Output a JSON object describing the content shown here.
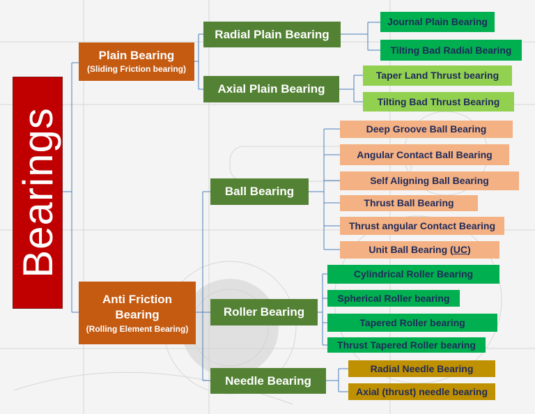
{
  "root": {
    "label": "Bearings"
  },
  "plain": {
    "title": "Plain Bearing",
    "subtitle": "(Sliding Friction bearing)",
    "radial": {
      "title": "Radial Plain Bearing",
      "items": [
        "Journal Plain Bearing",
        "Tilting Bad Radial Bearing"
      ]
    },
    "axial": {
      "title": "Axial Plain Bearing",
      "items": [
        "Taper Land Thrust bearing",
        "Tilting Bad Thrust Bearing"
      ]
    }
  },
  "anti": {
    "title": "Anti Friction Bearing",
    "subtitle": "(Rolling Element Bearing)",
    "ball": {
      "title": "Ball Bearing",
      "items": [
        "Deep Groove Ball Bearing",
        "Angular Contact Ball Bearing",
        "Self Aligning Ball Bearing",
        "Thrust Ball Bearing",
        "Thrust angular Contact Bearing"
      ],
      "last_prefix": "Unit Ball Bearing (",
      "last_abbr": "UC",
      "last_suffix": ")"
    },
    "roller": {
      "title": "Roller Bearing",
      "items": [
        "Cylindrical Roller Bearing",
        "Spherical Roller bearing",
        "Tapered Roller bearing",
        "Thrust Tapered Roller bearing"
      ]
    },
    "needle": {
      "title": "Needle Bearing",
      "items": [
        "Radial Needle Bearing",
        "Axial (thrust) needle bearing"
      ]
    }
  },
  "colors": {
    "root": "#c00000",
    "level1": "#c55a11",
    "level2": "#548235",
    "ball_items": "#f4b183",
    "roller_items": "#00b050",
    "radial_items": "#00b050",
    "axial_items": "#92d050",
    "needle_items": "#bf9000",
    "connector": "#4a7ebb"
  }
}
